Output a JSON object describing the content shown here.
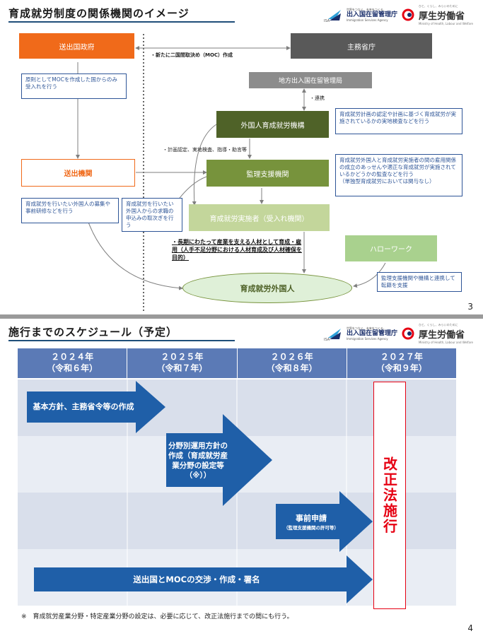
{
  "slide1": {
    "title": "育成就労制度の関係機関のイメージ",
    "page": "3",
    "isa_name": "出入国在留管理庁",
    "isa_sub": "Immigration Services Agency",
    "isa_tag": "世界をつなぐ、未来をつくる。",
    "isa_mark": "ISA",
    "mhlw_name": "厚生労働省",
    "mhlw_sub": "Ministry of Health, Labour and Welfare",
    "mhlw_tag": "ひと、くらし、みらいのために",
    "boxes": {
      "sending_gov": "送出国政府",
      "ministries": "主務省庁",
      "regional_bureau": "地方出入国在留管理局",
      "foreign_org": "外国人育成就労機構",
      "sending_org": "送出機関",
      "supervision_org": "監理支援機関",
      "implementer": "育成就労実施者（受入れ機関）",
      "hellowork": "ハローワーク",
      "worker": "育成就労外国人"
    },
    "labels": {
      "moc": "・新たに二国間取決め（MOC）作成",
      "coop": "・連携",
      "inspection": "・計画認定、実地検査、指導・助言等",
      "long_term": "・長期にわたって産業を支える人材として育成・雇用（人手不足分野における人材育成及び人材確保を目的）"
    },
    "notes": {
      "gov_note": "原則としてMOCを作成した国からのみ受入れを行う",
      "foreign_org_note": "育成就労計画の認定や計画に基づく育成就労が実施されているかの実地検査などを行う",
      "supervision_note": "育成就労外国人と育成就労実施者の間の雇用関係の成立のあっせんや適正な育成就労が実施されているかどうかの監査などを行う",
      "supervision_note2": "（単独型育成就労においては関与なし）",
      "sending_note": "育成就労を行いたい外国人の募集や事前研修などを行う",
      "apply_note": "育成就労を行いたい外国人からの求職の申込みの取次ぎを行う",
      "hellowork_note": "監理支援機関や機構と連携して転籍を支援"
    }
  },
  "slide2": {
    "title": "施行までのスケジュール（予定）",
    "page": "4",
    "isa_name": "出入国在留管理庁",
    "isa_sub": "Immigration Services Agency",
    "isa_tag": "世界をつなぐ、未来をつくる。",
    "isa_mark": "ISA",
    "mhlw_name": "厚生労働省",
    "mhlw_sub": "Ministry of Health, Labour and Welfare",
    "mhlw_tag": "ひと、くらし、みらいのために",
    "years": [
      {
        "year": "２０２４年",
        "era": "（令和６年）"
      },
      {
        "year": "２０２５年",
        "era": "（令和７年）"
      },
      {
        "year": "２０２６年",
        "era": "（令和８年）"
      },
      {
        "year": "２０２７年",
        "era": "（令和９年）"
      }
    ],
    "arrows": {
      "a1": "基本方針、主務省令等の作成",
      "a2": "分野別運用方針の作成（育成就労産業分野の設定等（※））",
      "a3": "事前申請",
      "a3_sub": "（監理支援機関の許可等）",
      "a4": "送出国とMOCの交渉・作成・署名"
    },
    "enforcement": "改正法施行",
    "footnote": "※　育成就労産業分野・特定産業分野の設定は、必要に応じて、改正法施行までの間にも行う。",
    "colors": {
      "header": "#5b7ab6",
      "arrow": "#1f5fa8",
      "enforcement": "#e60012"
    }
  }
}
